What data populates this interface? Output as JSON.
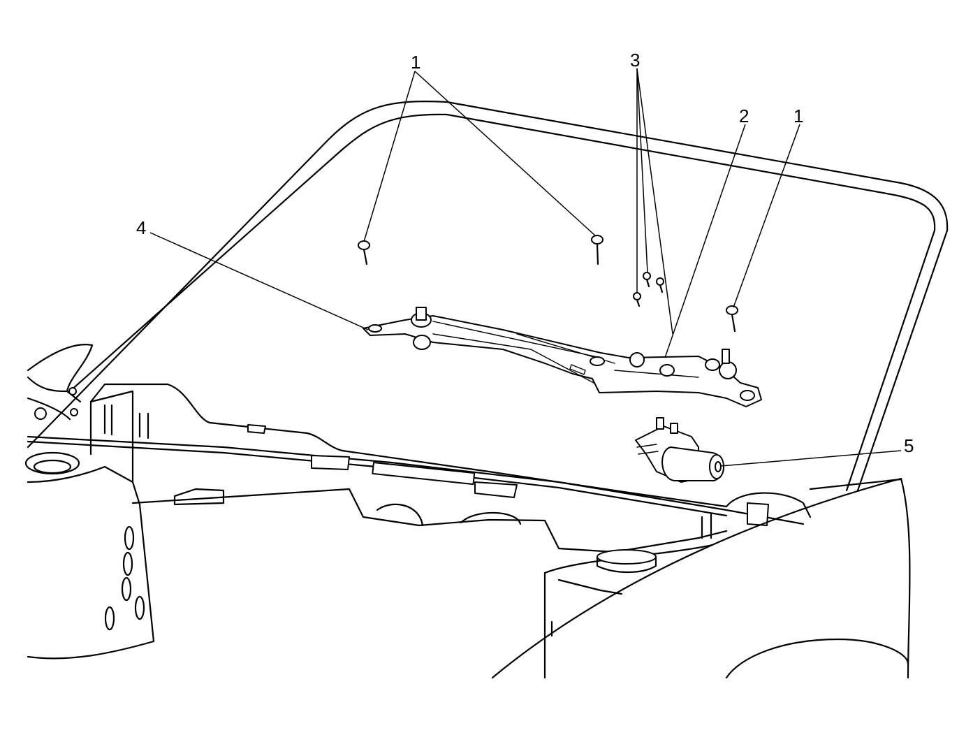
{
  "callouts": {
    "c1a": "1",
    "c3": "3",
    "c2": "2",
    "c1b": "1",
    "c4": "4",
    "c5": "5"
  }
}
